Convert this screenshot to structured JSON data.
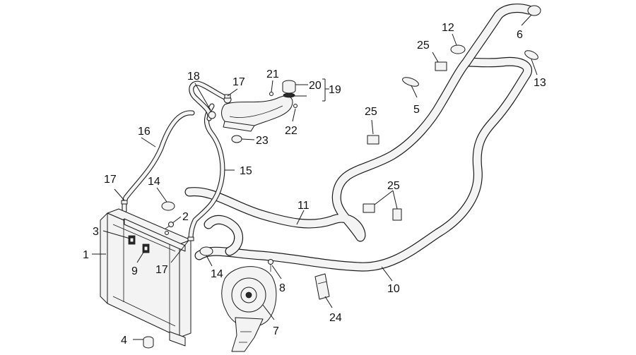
{
  "callouts": {
    "c1": "1",
    "c2": "2",
    "c3": "3",
    "c4": "4",
    "c5": "5",
    "c6": "6",
    "c7": "7",
    "c8": "8",
    "c9": "9",
    "c10": "10",
    "c11": "11",
    "c12": "12",
    "c13": "13",
    "c14a": "14",
    "c14b": "14",
    "c15": "15",
    "c16": "16",
    "c17a": "17",
    "c17b": "17",
    "c17c": "17",
    "c18": "18",
    "c19": "19",
    "c20": "20",
    "c21": "21",
    "c22": "22",
    "c23": "23",
    "c24": "24",
    "c25a": "25",
    "c25b": "25",
    "c25c": "25"
  }
}
